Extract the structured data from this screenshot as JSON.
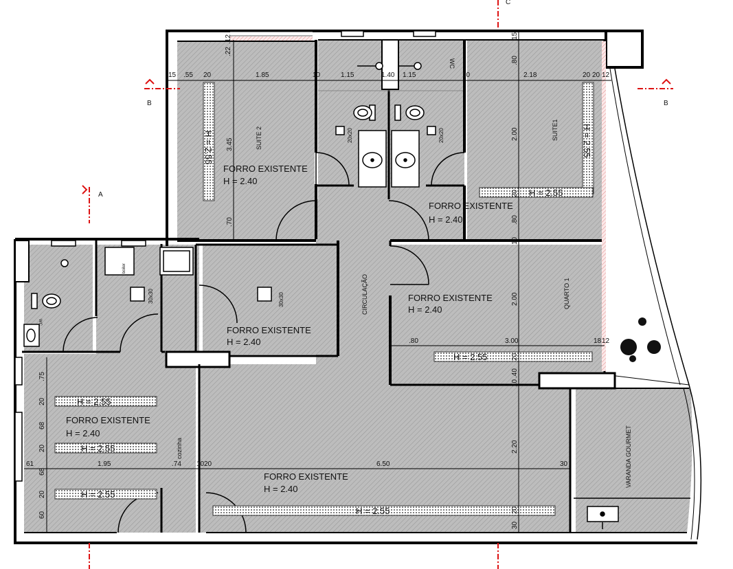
{
  "ceiling_notes": {
    "existing_ceiling": "FORRO EXISTENTE",
    "ceiling_height": "H = 2.40"
  },
  "lowered_ceiling_label": "H = 2.55",
  "rooms": {
    "suite2": "SUITE 2",
    "suite1": "SUITE1",
    "quarto1": "QUARTO 1",
    "circulacao": "CIRCULAÇÃO",
    "cozinha": "cozinha",
    "varanda": "VARANDA GOURMET",
    "wc": "WC",
    "wc_small": "WC"
  },
  "fixtures": {
    "vent_20": "20x20",
    "vent_30": "30x30",
    "boiler": "boiler"
  },
  "section_marks": {
    "a": "A",
    "b": "B",
    "c": "C"
  },
  "dimensions": {
    "top_row": [
      "15",
      ".55",
      "20",
      "1.85",
      "10",
      "1.15",
      "1.40",
      "1.15",
      "10",
      "2.18",
      "20",
      "20",
      "12"
    ],
    "top_small": [
      ".22",
      ".12",
      "15",
      ".80"
    ],
    "suite2_vertical": [
      "3.45",
      ".70"
    ],
    "suite1_vertical": [
      "2.00",
      "20",
      ".80",
      "10"
    ],
    "quarto_vertical": [
      "2.00",
      "20",
      "10",
      ".40"
    ],
    "quarto_horizontal": [
      ".80",
      "3.00",
      "18",
      "12"
    ],
    "kitchen_vertical": [
      ".75",
      "20",
      "68",
      "20",
      "68",
      "20",
      "60"
    ],
    "kitchen_horizontal": [
      "61",
      "1.95",
      ".74",
      "10",
      "20",
      "6.50",
      "30"
    ],
    "living_vertical": [
      "2.20",
      "20",
      "30"
    ]
  }
}
